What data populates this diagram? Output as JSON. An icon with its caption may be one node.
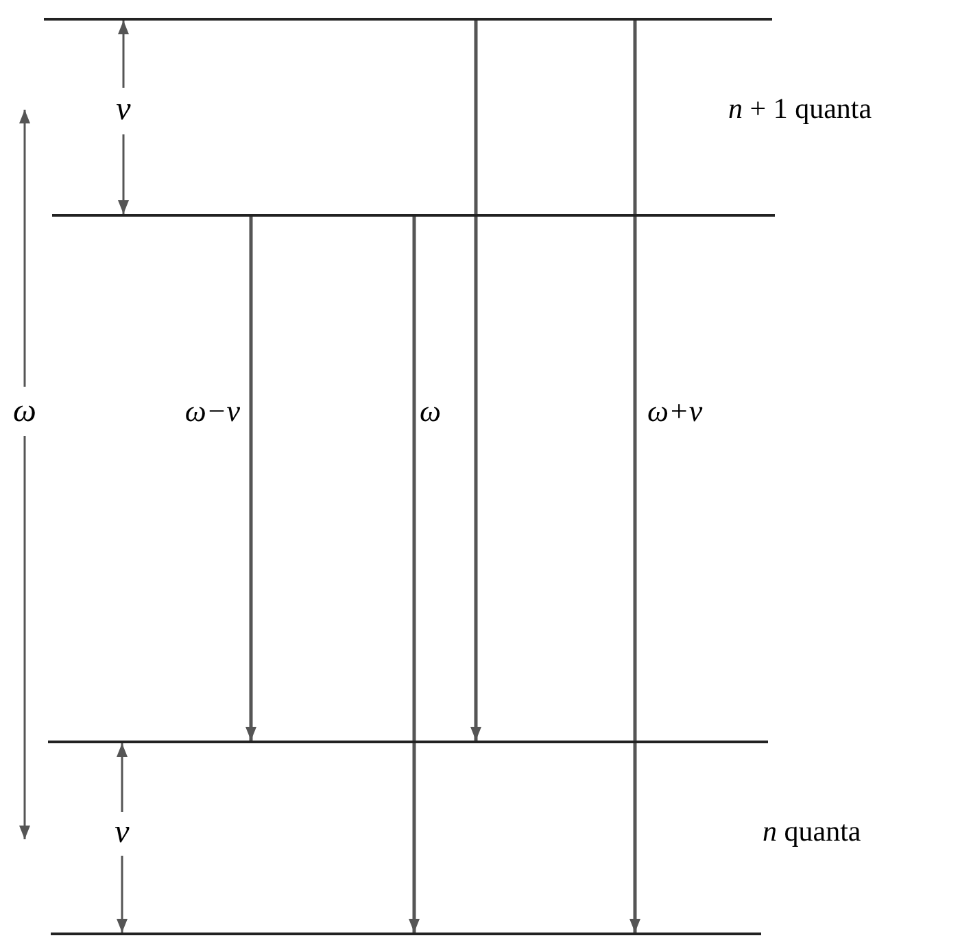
{
  "diagram": {
    "nodes": [
      {
        "text": [],
        "shape": "bar"
      },
      {
        "text": [],
        "shape": "bar"
      },
      {
        "text": [],
        "shape": "bar"
      },
      {
        "text": [],
        "shape": "bar"
      }
    ],
    "edges": [
      {
        "from": 1,
        "to": 2,
        "arrow": "to",
        "label": "ω−ν"
      },
      {
        "from": 1,
        "to": 3,
        "arrow": "to",
        "label": "ω"
      },
      {
        "from": 0,
        "to": 2,
        "arrow": "to"
      },
      {
        "from": 0,
        "to": 3,
        "arrow": "to",
        "label": "ω+ν"
      }
    ],
    "labels": [
      "ν",
      "*n* + 1 quanta",
      "ω",
      "ν",
      "*n* quanta"
    ]
  }
}
